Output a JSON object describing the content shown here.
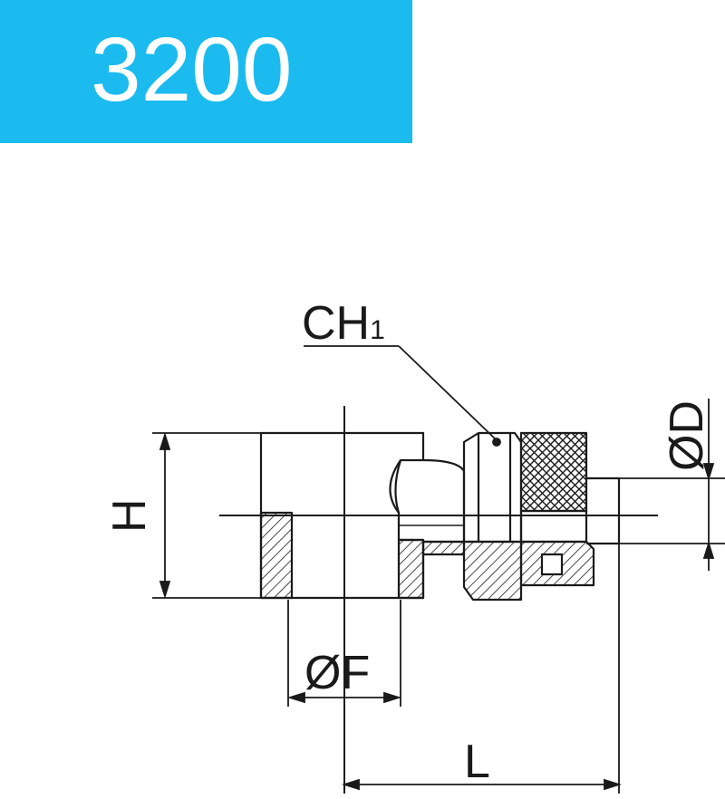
{
  "title": "3200",
  "colors": {
    "title_bg": "#1bbbf0",
    "title_text": "#ffffff",
    "line": "#1a1a1a"
  },
  "labels": {
    "ch": "CH",
    "ch_sub": "1",
    "d": "ØD",
    "h": "H",
    "f": "ØF",
    "l": "L"
  }
}
